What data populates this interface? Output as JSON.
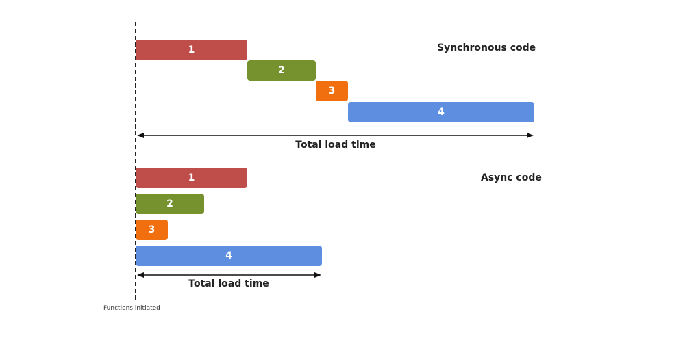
{
  "sync": {
    "title": "Synchronous code",
    "total_label": "Total load time",
    "tasks": [
      {
        "label": "1",
        "color": "#bf4d4a"
      },
      {
        "label": "2",
        "color": "#76922f"
      },
      {
        "label": "3",
        "color": "#f26f10"
      },
      {
        "label": "4",
        "color": "#5e8ee0"
      }
    ]
  },
  "async": {
    "title": "Async code",
    "total_label": "Total load time",
    "tasks": [
      {
        "label": "1",
        "color": "#bf4d4a"
      },
      {
        "label": "2",
        "color": "#76922f"
      },
      {
        "label": "3",
        "color": "#f26f10"
      },
      {
        "label": "4",
        "color": "#5e8ee0"
      }
    ]
  },
  "start_marker": {
    "label": "Functions initiated"
  }
}
